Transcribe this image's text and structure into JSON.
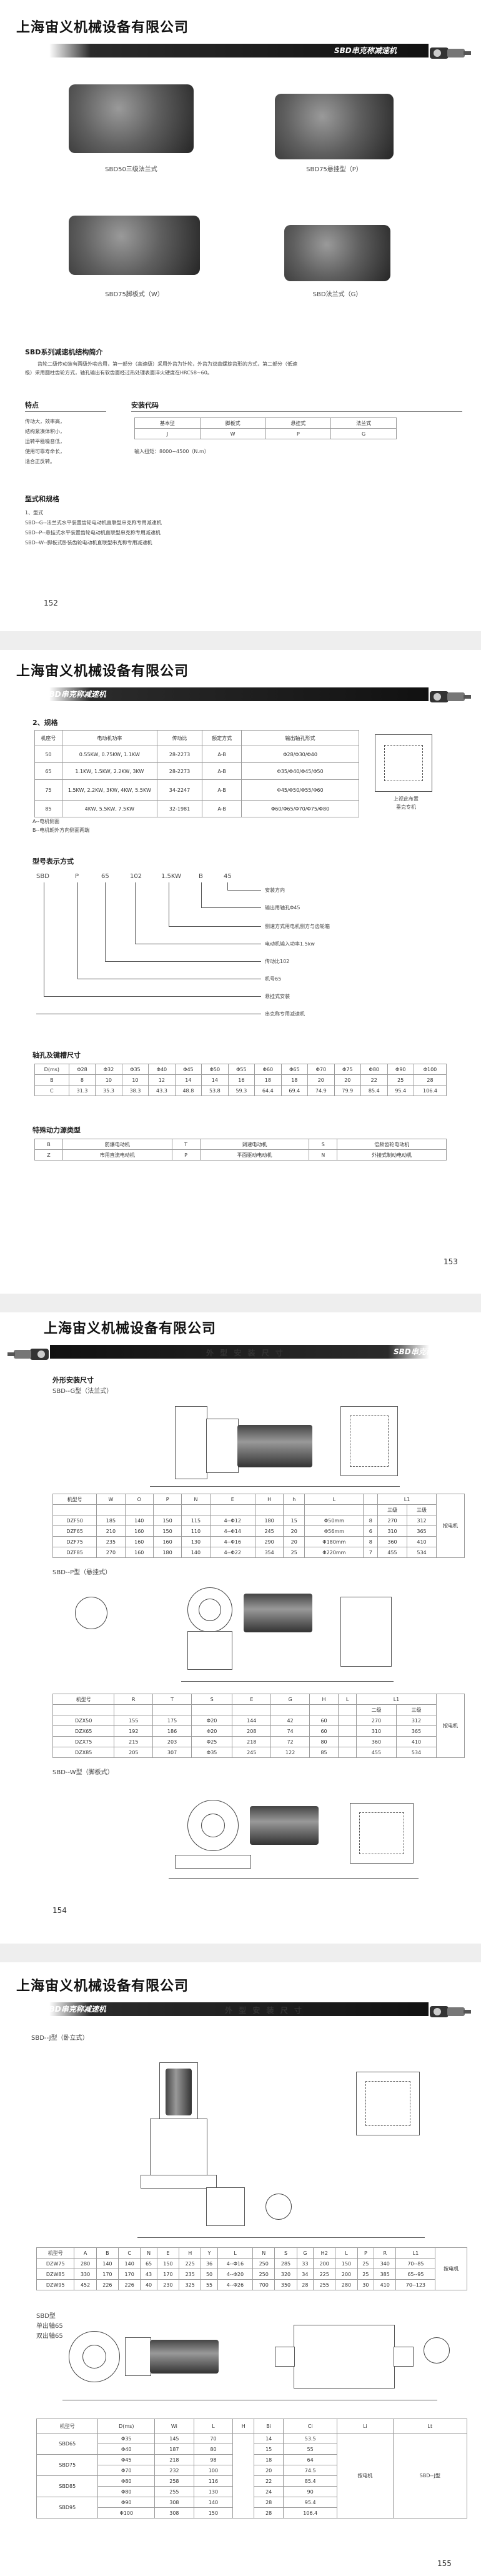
{
  "company": "上海宙义机械设备有限公司",
  "series_title": "SBD串克称减速机",
  "page1": {
    "photos": [
      {
        "caption": "SBD50三级法兰式"
      },
      {
        "caption": "SBD75悬挂型（P）"
      },
      {
        "caption": "SBD75脚板式（W）"
      },
      {
        "caption": "SBD法兰式（G）"
      }
    ],
    "intro_heading": "SBD系列减速机结构简介",
    "intro_text_1": "齿轮二级传动装有两级外啮合用，第一部分（高速级）采用外齿为针轮，外齿为双曲螺旋齿形的方式，第二部分（低速",
    "intro_text_2": "级）采用圆柱齿轮方式，轴孔输出有软齿面经过热处理表面淬火硬度在HRC58~60。",
    "features_heading": "特点",
    "features_text_1": "传动大，效率高，",
    "features_text_2": "结构紧凑体积小，",
    "features_text_3": "运转平稳噪音低，",
    "features_text_4": "使用可靠寿命长，",
    "features_text_5": "适合正反转。",
    "install_heading": "安装代码",
    "install_table": {
      "header": [
        "基本型",
        "脚板式",
        "悬挂式",
        "法兰式"
      ],
      "row": [
        "J",
        "W",
        "P",
        "G"
      ]
    },
    "torque_note": "输入扭矩：8000~4500（N.m）",
    "models_heading": "型式和规格",
    "models_sub": "1、型式",
    "model_line_1": "SBD--G--法兰式水平装置齿轮电动机直联型串克称专用减速机",
    "model_line_2": "SBD--P--悬挂式水平装置齿轮电动机直联型串克称专用减速机",
    "model_line_3": "SBD--W--脚板式卧装齿轮电动机直联型串克称专用减速机",
    "page_num": "152"
  },
  "page2": {
    "spec_heading": "2、规格",
    "spec_table": {
      "header": [
        "机座号",
        "电动机功率",
        "传动比",
        "额定方式",
        "输出轴孔形式"
      ],
      "rows": [
        [
          "50",
          "0.55KW, 0.75KW, 1.1KW",
          "28-2273",
          "A-B",
          "Φ28/Φ30/Φ40"
        ],
        [
          "65",
          "1.1KW, 1.5KW, 2.2KW, 3KW",
          "28-2273",
          "A-B",
          "Φ35/Φ40/Φ45/Φ50"
        ],
        [
          "75",
          "1.5KW, 2.2KW, 3KW, 4KW, 5.5KW",
          "34-2247",
          "A-B",
          "Φ45/Φ50/Φ55/Φ60"
        ],
        [
          "85",
          "4KW, 5.5KW, 7.5KW",
          "32-1981",
          "A-B",
          "Φ60/Φ65/Φ70/Φ75/Φ80"
        ]
      ]
    },
    "side_caption": "上视此布置\n垂克专机",
    "note_a": "A--电机侧面",
    "note_b": "B--电机朝外方向侧面两端",
    "type_heading": "型号表示方式",
    "code_parts": [
      "SBD",
      "P",
      "65",
      "102",
      "1.5KW",
      "B",
      "45"
    ],
    "code_labels": [
      "安装方向",
      "输出用轴孔Φ45",
      "侧速方式用电机侧方与齿轮箱",
      "电动机输入功率1.5kw",
      "传动比102",
      "机号65",
      "悬挂式安装",
      "串克称专用减速机"
    ],
    "key_heading": "轴孔及键槽尺寸",
    "key_table": {
      "header": [
        "D(ms)",
        "Φ28",
        "Φ32",
        "Φ35",
        "Φ40",
        "Φ45",
        "Φ50",
        "Φ55",
        "Φ60",
        "Φ65",
        "Φ70",
        "Φ75",
        "Φ80",
        "Φ90",
        "Φ100"
      ],
      "rows": [
        [
          "B",
          "8",
          "10",
          "10",
          "12",
          "14",
          "14",
          "16",
          "18",
          "18",
          "20",
          "20",
          "22",
          "25",
          "28"
        ],
        [
          "C",
          "31.3",
          "35.3",
          "38.3",
          "43.3",
          "48.8",
          "53.8",
          "59.3",
          "64.4",
          "69.4",
          "74.9",
          "79.9",
          "85.4",
          "95.4",
          "106.4"
        ]
      ]
    },
    "motor_heading": "特殊动力源类型",
    "motor_table": {
      "rows": [
        [
          "B",
          "防爆电动机",
          "T",
          "调速电动机",
          "S",
          "倍频齿轮电动机"
        ],
        [
          "Z",
          "市用直流电动机",
          "P",
          "平面驱动电动机",
          "N",
          "外接式制动电动机"
        ]
      ]
    },
    "page_num": "153"
  },
  "page3": {
    "title": "外 型 安 装 尺 寸",
    "section_heading": "外形安装尺寸",
    "g_label": "SBD--G型（法兰式）",
    "g_table": {
      "header1": [
        "机型号",
        "W",
        "O",
        "P",
        "N",
        "E",
        "H",
        "h",
        "L",
        "",
        "L1"
      ],
      "header2": [
        "",
        "",
        "",
        "",
        "",
        "",
        "",
        "",
        "",
        "三级",
        "三级"
      ],
      "rows": [
        [
          "DZF50",
          "185",
          "140",
          "150",
          "115",
          "4--Φ12",
          "180",
          "15",
          "Φ50mm",
          "8",
          "270",
          "312"
        ],
        [
          "DZF65",
          "210",
          "160",
          "150",
          "110",
          "4--Φ14",
          "245",
          "20",
          "Φ56mm",
          "6",
          "310",
          "365"
        ],
        [
          "DZF75",
          "235",
          "160",
          "160",
          "130",
          "4--Φ16",
          "290",
          "20",
          "Φ180mm",
          "8",
          "360",
          "410"
        ],
        [
          "DZF85",
          "270",
          "160",
          "180",
          "140",
          "4--Φ22",
          "354",
          "25",
          "Φ220mm",
          "7",
          "455",
          "534"
        ]
      ],
      "side_note": "按电机"
    },
    "p_label": "SBD--P型（悬挂式）",
    "p_table": {
      "header1": [
        "机型号",
        "R",
        "T",
        "S",
        "E",
        "G",
        "H",
        "L",
        "",
        "L1"
      ],
      "header2": [
        "",
        "",
        "",
        "",
        "",
        "",
        "",
        "",
        "二级",
        "三级"
      ],
      "rows": [
        [
          "DZX50",
          "155",
          "175",
          "Φ20",
          "144",
          "42",
          "60",
          "270",
          "312"
        ],
        [
          "DZX65",
          "192",
          "186",
          "Φ20",
          "208",
          "74",
          "60",
          "310",
          "365"
        ],
        [
          "DZX75",
          "215",
          "203",
          "Φ25",
          "218",
          "72",
          "80",
          "360",
          "410"
        ],
        [
          "DZX85",
          "205",
          "307",
          "Φ35",
          "245",
          "122",
          "85",
          "455",
          "534"
        ]
      ],
      "side_note": "按电机"
    },
    "w_label": "SBD--W型（脚板式）",
    "page_num": "154"
  },
  "page4": {
    "title": "外 型 安 装 尺 寸",
    "j_label": "SBD--J型（卧立式）",
    "j_table": {
      "header": [
        "机型号",
        "A",
        "B",
        "C",
        "N",
        "E",
        "H",
        "Y",
        "L",
        "N",
        "S",
        "G",
        "H2",
        "L",
        "P",
        "R",
        "L1"
      ],
      "rows": [
        [
          "DZW75",
          "280",
          "140",
          "140",
          "65",
          "150",
          "225",
          "36",
          "4--Φ16",
          "250",
          "285",
          "33",
          "200",
          "150",
          "25",
          "340",
          "70--85"
        ],
        [
          "DZW85",
          "330",
          "170",
          "170",
          "43",
          "170",
          "235",
          "50",
          "4--Φ20",
          "250",
          "320",
          "34",
          "225",
          "200",
          "25",
          "385",
          "65--95"
        ],
        [
          "DZW95",
          "452",
          "226",
          "226",
          "40",
          "230",
          "325",
          "55",
          "4--Φ26",
          "700",
          "350",
          "28",
          "255",
          "280",
          "30",
          "410",
          "70--123"
        ]
      ],
      "side_note": "按电机"
    },
    "double_label_1": "SBD型",
    "double_label_2": "单出轴65",
    "double_label_3": "双出轴65",
    "double_table": {
      "header": [
        "机型号",
        "D(ms)",
        "Wi",
        "L",
        "H",
        "Bi",
        "Ci",
        "Li",
        "Lt"
      ],
      "rows": [
        [
          "SBD65",
          "Φ35",
          "145",
          "70",
          "",
          "14",
          "53.5",
          "",
          ""
        ],
        [
          "",
          "Φ40",
          "187",
          "80",
          "",
          "15",
          "55",
          "",
          ""
        ],
        [
          "SBD75",
          "Φ45",
          "218",
          "98",
          "",
          "18",
          "64",
          "",
          ""
        ],
        [
          "",
          "Φ70",
          "232",
          "100",
          "",
          "20",
          "74.5",
          "",
          ""
        ],
        [
          "SBD85",
          "Φ80",
          "258",
          "116",
          "",
          "22",
          "85.4",
          "",
          ""
        ],
        [
          "",
          "Φ80",
          "255",
          "130",
          "",
          "24",
          "90",
          "",
          ""
        ],
        [
          "SBD95",
          "Φ90",
          "308",
          "140",
          "",
          "28",
          "95.4",
          "",
          ""
        ],
        [
          "",
          "Φ100",
          "308",
          "150",
          "",
          "28",
          "106.4",
          "",
          ""
        ]
      ],
      "side_note": "按电机",
      "lt_note": "SBD--J型"
    },
    "page_num": "155"
  }
}
